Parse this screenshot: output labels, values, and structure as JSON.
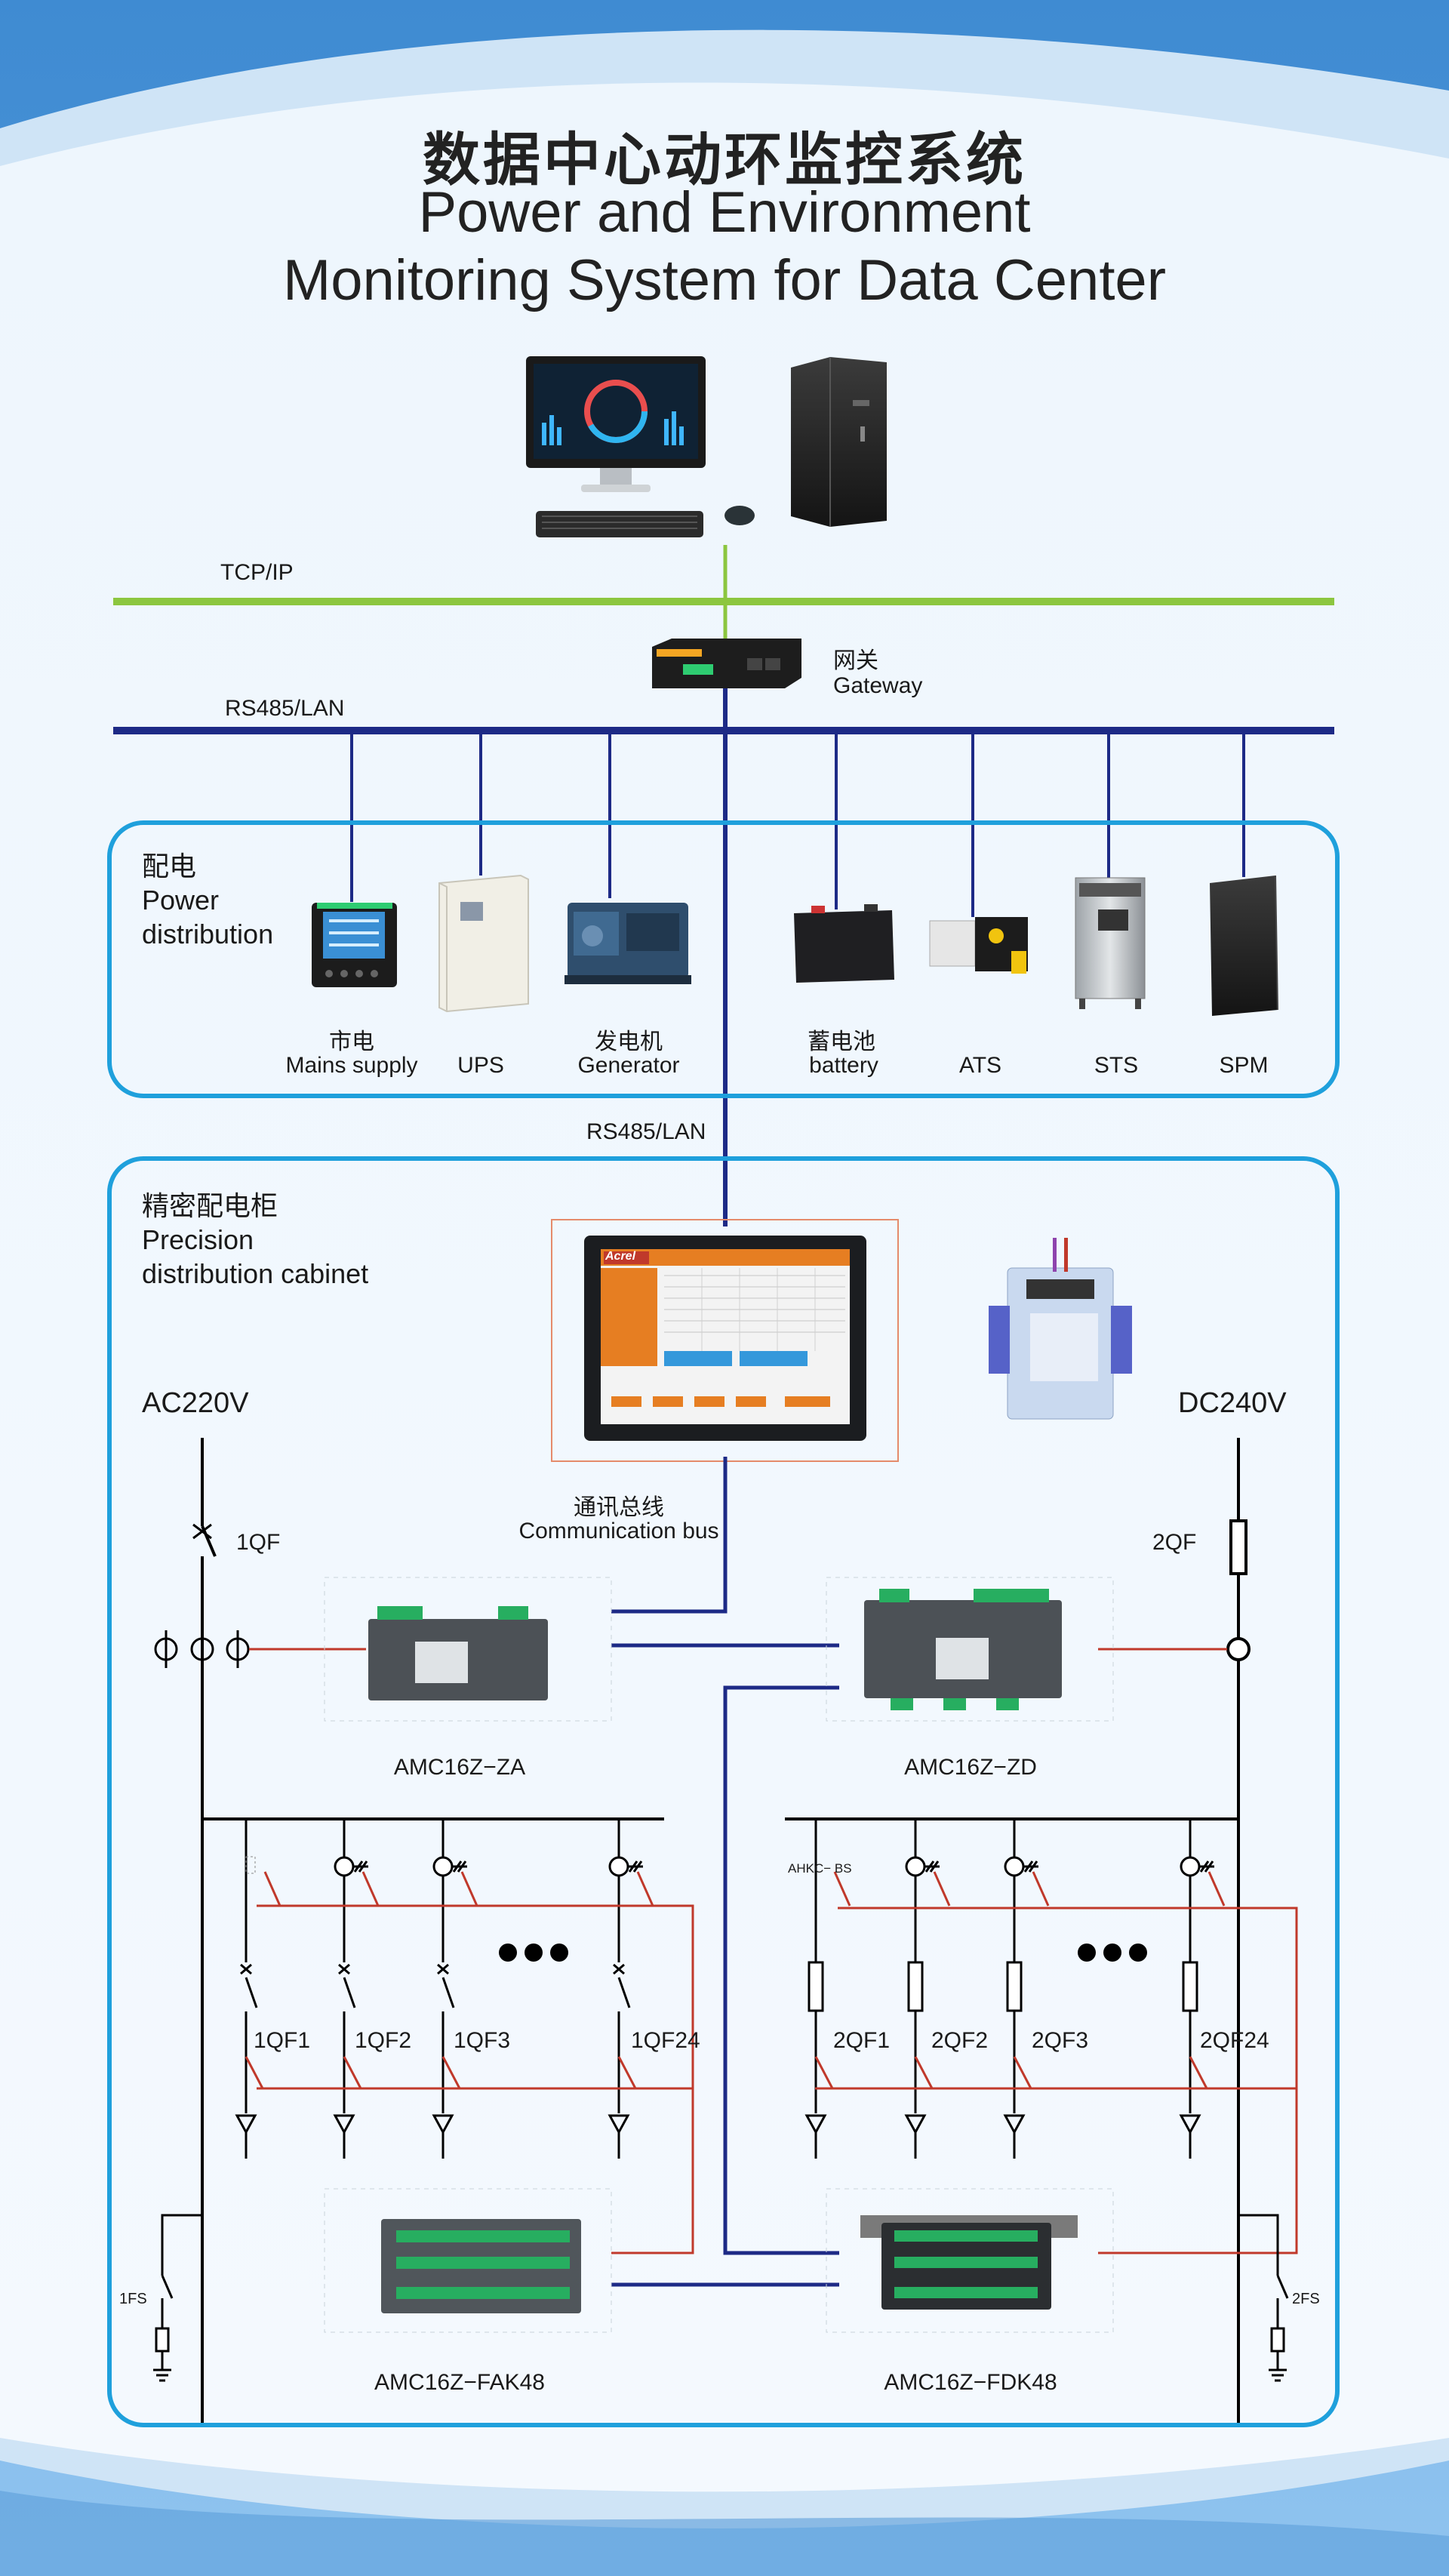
{
  "title": {
    "cn": "数据中心动环监控系统",
    "en_line1": "Power and Environment",
    "en_line2": "Monitoring System for Data Center"
  },
  "network": {
    "tcpip": "TCP/IP",
    "rs485_lan_top": "RS485/LAN",
    "rs485_lan_mid": "RS485/LAN",
    "gateway_cn": "网关",
    "gateway_en": "Gateway"
  },
  "power_distribution": {
    "title_cn": "配电",
    "title_en_1": "Power",
    "title_en_2": "distribution",
    "devices": [
      {
        "cn": "市电",
        "en": "Mains supply"
      },
      {
        "cn": "",
        "en": "UPS"
      },
      {
        "cn": "发电机",
        "en": "Generator"
      },
      {
        "cn": "蓄电池",
        "en": "battery"
      },
      {
        "cn": "",
        "en": "ATS"
      },
      {
        "cn": "",
        "en": "STS"
      },
      {
        "cn": "",
        "en": "SPM"
      }
    ]
  },
  "cabinet": {
    "title_cn": "精密配电柜",
    "title_en_1": "Precision",
    "title_en_2": "distribution cabinet",
    "ac": "AC220V",
    "dc": "DC240V",
    "bus_cn": "通讯总线",
    "bus_en": "Communication bus",
    "screen_brand": "Acrel",
    "breaker_1qf": "1QF",
    "breaker_2qf": "2QF",
    "module_za": "AMC16Z−ZA",
    "module_zd": "AMC16Z−ZD",
    "module_fak": "AMC16Z−FAK48",
    "module_fdk": "AMC16Z−FDK48",
    "ahkc": "AHKC− BS",
    "fs1": "1FS",
    "fs2": "2FS",
    "left_branches": [
      "1QF1",
      "1QF2",
      "1QF3",
      "1QF24"
    ],
    "right_branches": [
      "2QF1",
      "2QF2",
      "2QF3",
      "2QF24"
    ]
  },
  "colors": {
    "tcp_line": "#8cc63f",
    "rs485_line": "#1d2a86",
    "box_border": "#1fa0dc",
    "signal_red": "#c0392b",
    "sky": "#5b9fd9"
  }
}
